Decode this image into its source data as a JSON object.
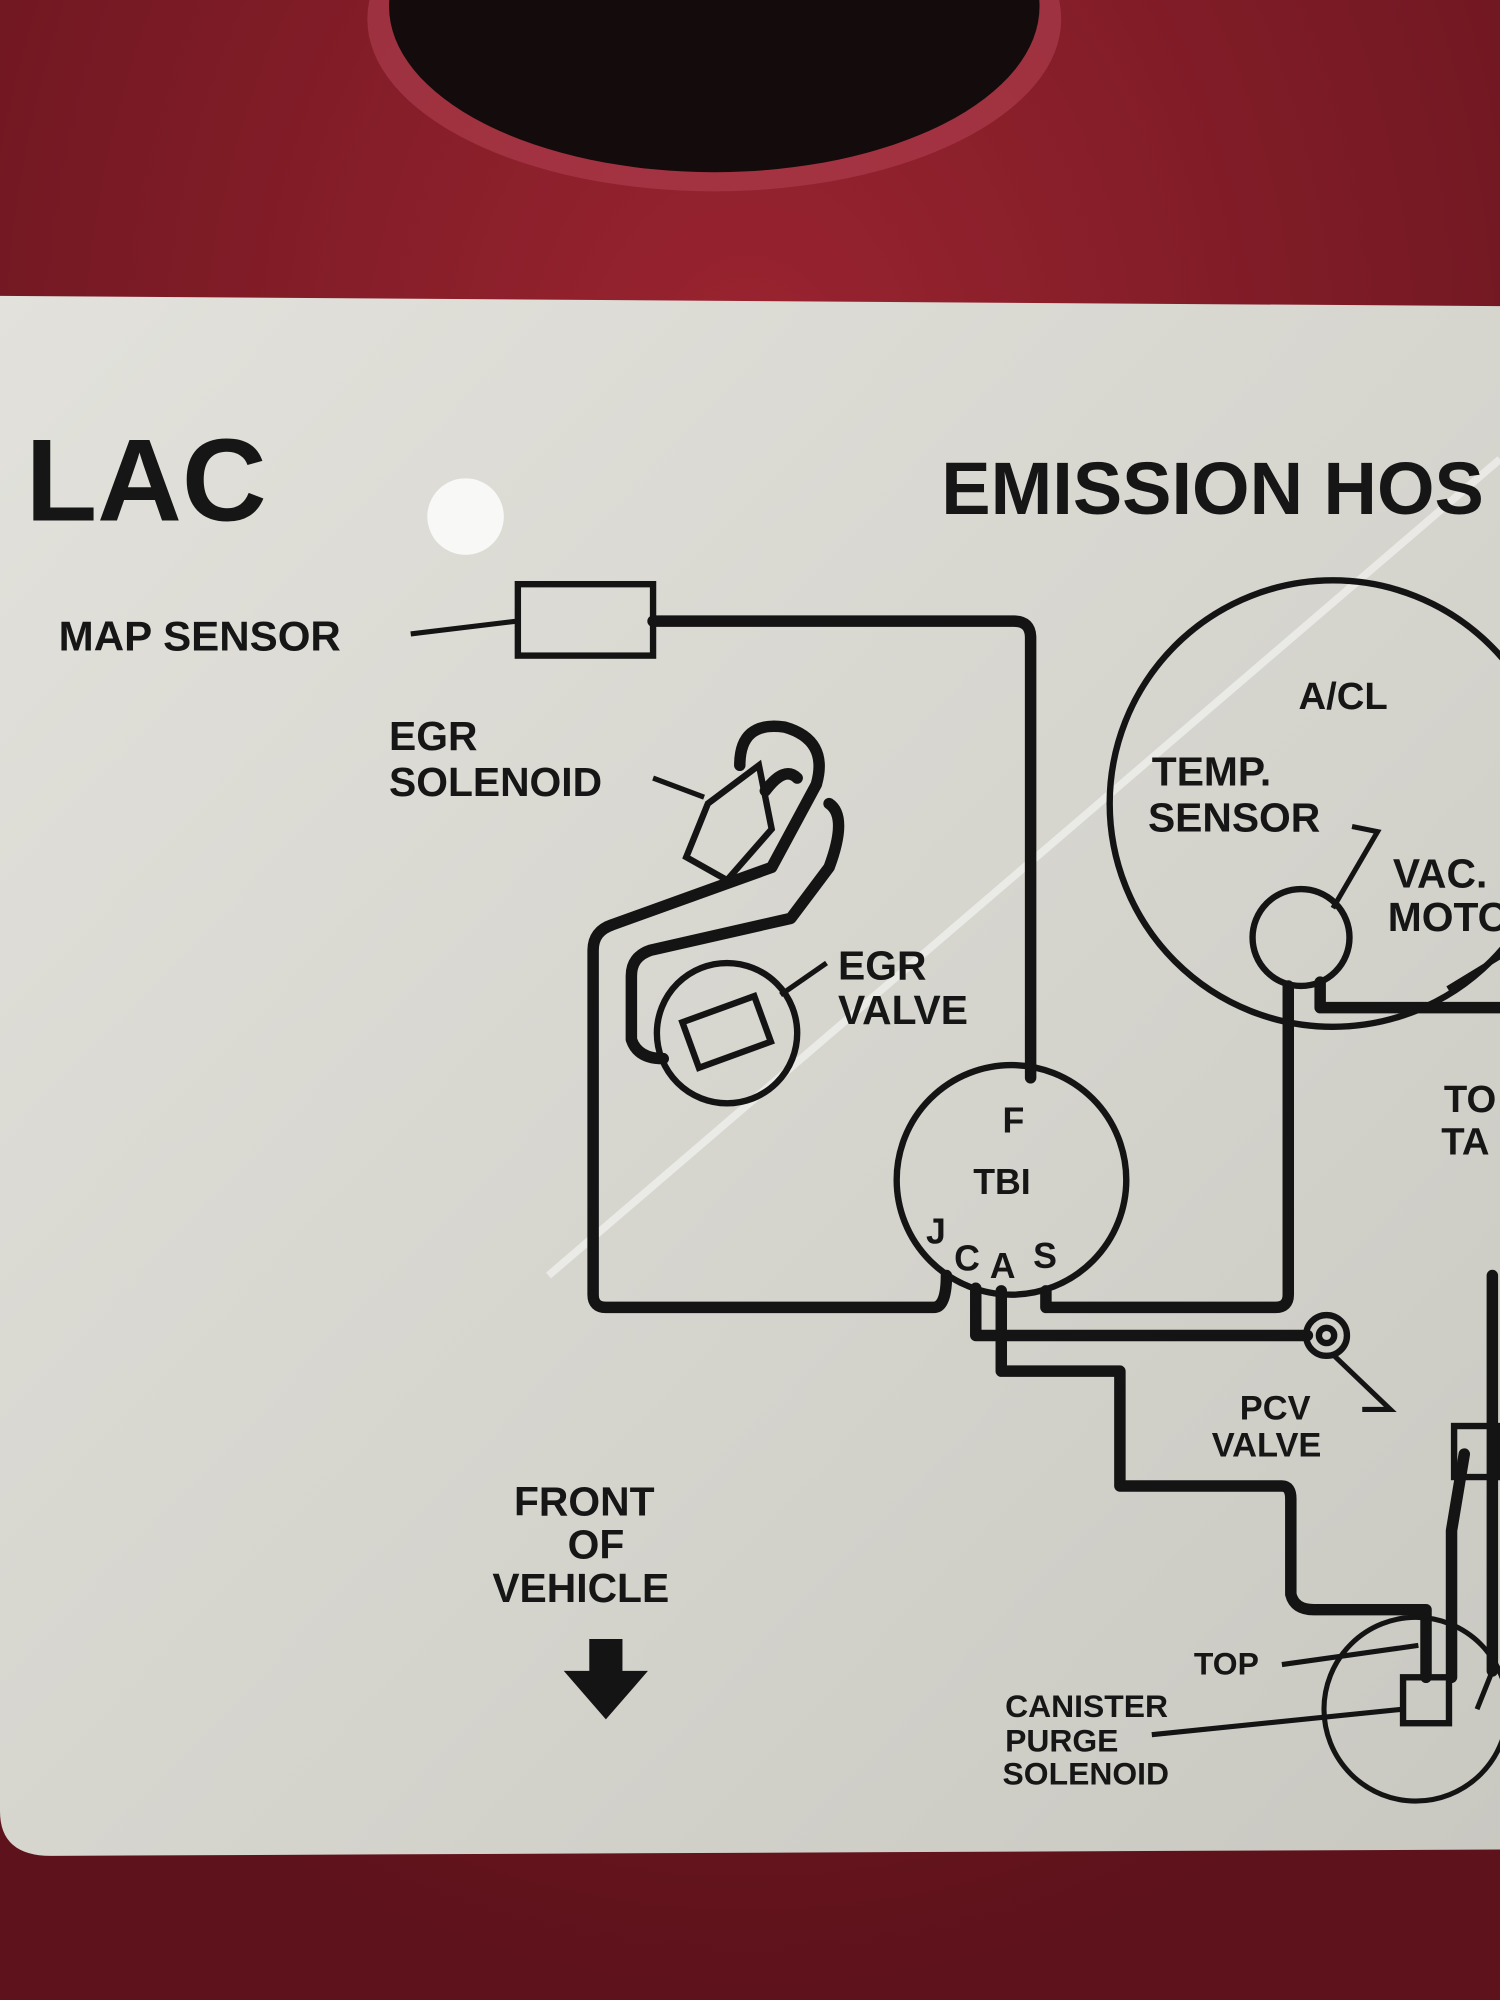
{
  "label": {
    "title_left": "LAC",
    "title_right": "EMISSION HOS",
    "components": {
      "map_sensor": "MAP SENSOR",
      "egr_solenoid": [
        "EGR",
        "SOLENOID"
      ],
      "egr_valve": [
        "EGR",
        "VALVE"
      ],
      "acl": "A/CL",
      "temp_sensor": [
        "TEMP.",
        "SENSOR"
      ],
      "vac_motor": [
        "VAC.",
        "MOTO"
      ],
      "to_tank": [
        "TO",
        "TA"
      ],
      "tbi": {
        "name": "TBI",
        "ports": [
          "F",
          "J",
          "C",
          "A",
          "S"
        ]
      },
      "pcv_valve": [
        "PCV",
        "VALVE"
      ],
      "front_of_vehicle": [
        "FRONT",
        "OF",
        "VEHICLE"
      ],
      "top": "TOP",
      "canister_purge_solenoid": [
        "CANISTER",
        "PURGE",
        "SOLENOID"
      ]
    }
  },
  "colors": {
    "panel": "#7a1a24",
    "label": "#d8d7d1",
    "ink": "#141414",
    "hole": "#140c0c"
  }
}
